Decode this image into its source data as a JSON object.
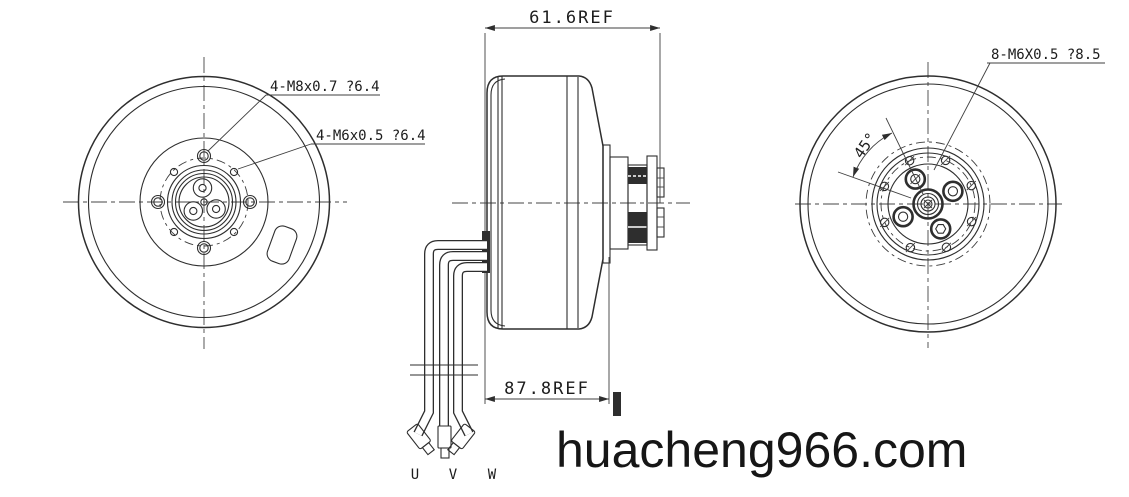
{
  "front_view": {
    "label_m8": "4-M8x0.7 ?6.4",
    "label_m6": "4-M6x0.5 ?6.4"
  },
  "side_view": {
    "dim_width_top": "61.6REF",
    "dim_width_bottom": "87.8REF",
    "wires": {
      "u": "U",
      "v": "V",
      "w": "W"
    }
  },
  "back_view": {
    "label_m6": "8-M6X0.5 ?8.5",
    "angle_dim": "45°"
  },
  "watermark": "huacheng966.com",
  "colors": {
    "line": "#2e2e2e",
    "text": "#1c1c1c",
    "watermark": "#161616",
    "background": "#ffffff"
  }
}
